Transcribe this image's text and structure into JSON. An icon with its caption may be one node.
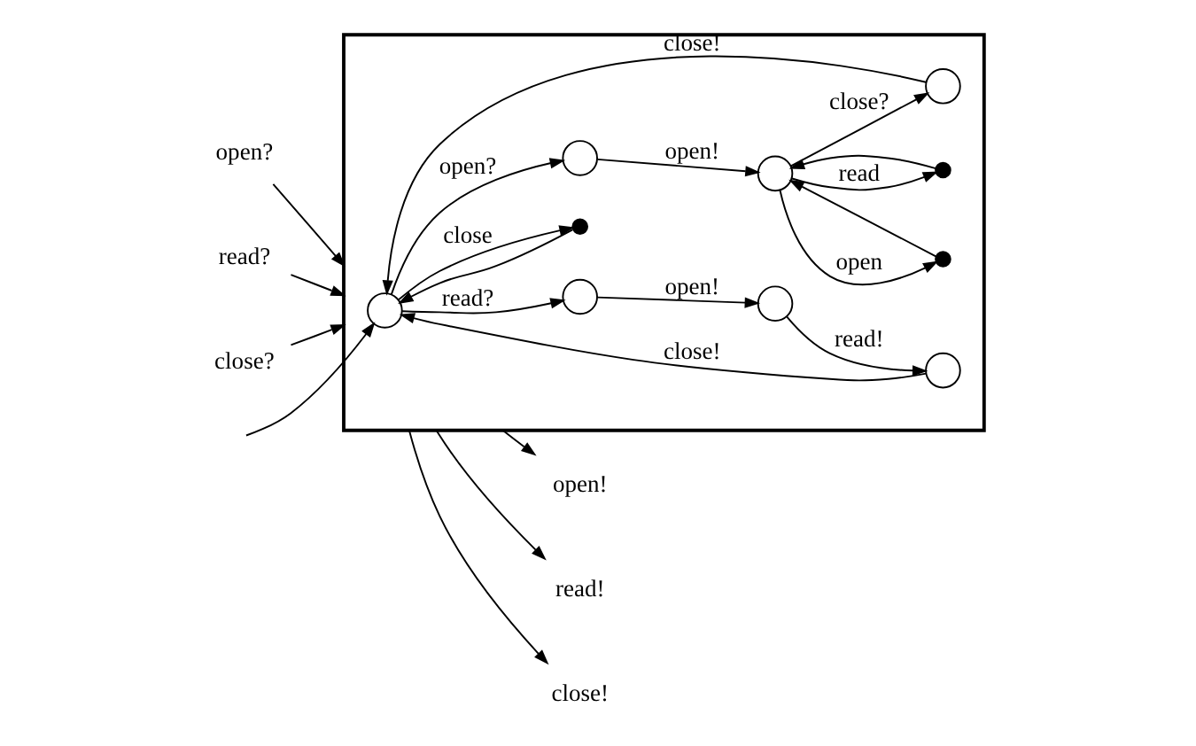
{
  "diagram": {
    "nodes": [
      {
        "text": [
          "open!"
        ]
      },
      {
        "text": [
          "read!"
        ]
      },
      {
        "text": [
          "close!"
        ]
      },
      {
        "text": [],
        "shape": "box"
      },
      {
        "text": [],
        "shape": "circle",
        "in": 3
      },
      {
        "text": [],
        "shape": "circle",
        "in": 3
      },
      {
        "text": [],
        "shape": "circle",
        "in": 3
      },
      {
        "text": [],
        "shape": "circle",
        "in": 3
      },
      {
        "text": [],
        "shape": "dot",
        "in": 3
      },
      {
        "text": [],
        "shape": "dot",
        "in": 3
      },
      {
        "text": [],
        "shape": "dot",
        "in": 3
      },
      {
        "text": [],
        "shape": "circle",
        "in": 3
      },
      {
        "text": [],
        "shape": "circle",
        "in": 3
      },
      {
        "text": [],
        "shape": "circle",
        "in": 3
      },
      {
        "text": [
          "open?"
        ]
      },
      {
        "text": [
          "read?"
        ]
      },
      {
        "text": [
          "close?"
        ]
      }
    ],
    "edges": [
      {
        "from": null,
        "to": 4,
        "arrow": "to"
      },
      {
        "from": 4,
        "to": 8,
        "arrow": "to",
        "label": "close"
      },
      {
        "from": 8,
        "to": 4,
        "arrow": "to"
      },
      {
        "from": 4,
        "to": 5,
        "arrow": "to",
        "label": "read?"
      },
      {
        "from": 5,
        "to": 6,
        "arrow": "to",
        "label": "open!"
      },
      {
        "from": 6,
        "to": 7,
        "arrow": "to",
        "label": "read!"
      },
      {
        "from": 7,
        "to": 4,
        "arrow": "to",
        "label": "close!"
      },
      {
        "from": 4,
        "to": 11,
        "arrow": "to",
        "label": "open?"
      },
      {
        "from": 11,
        "to": 12,
        "arrow": "to",
        "label": "open!"
      },
      {
        "from": 12,
        "to": 9,
        "arrow": "to",
        "label": "read"
      },
      {
        "from": 9,
        "to": 12,
        "arrow": "to"
      },
      {
        "from": 12,
        "to": 10,
        "arrow": "to",
        "label": "open"
      },
      {
        "from": 10,
        "to": 12,
        "arrow": "to"
      },
      {
        "from": 12,
        "to": 13,
        "arrow": "to",
        "label": "close?"
      },
      {
        "from": 13,
        "to": 4,
        "arrow": "to",
        "label": "close!"
      },
      {
        "from": 3,
        "to": 0,
        "arrow": "to"
      },
      {
        "from": 3,
        "to": 1,
        "arrow": "to"
      },
      {
        "from": 3,
        "to": 2,
        "arrow": "to"
      },
      {
        "from": 14,
        "to": 3,
        "arrow": "to"
      },
      {
        "from": 15,
        "to": 3,
        "arrow": "to"
      },
      {
        "from": 16,
        "to": 3,
        "arrow": "to"
      }
    ]
  }
}
